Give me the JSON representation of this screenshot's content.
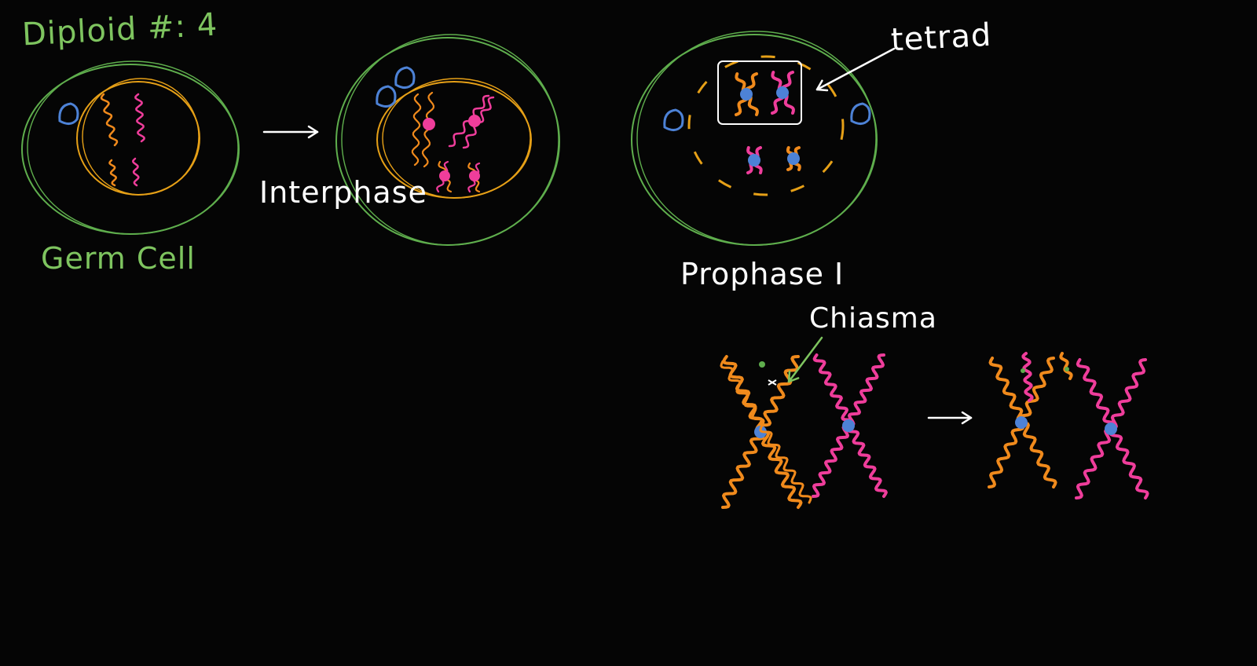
{
  "labels": {
    "diploid": "Diploid #: 4",
    "germ_cell": "Germ Cell",
    "interphase": "Interphase",
    "prophase": "Prophase I",
    "tetrad": "tetrad",
    "chiasma": "Chiasma"
  },
  "colors": {
    "background": "#050505",
    "cell_membrane": "#5fae4d",
    "nuclear_envelope": "#e6a017",
    "centrosome": "#4d82d6",
    "chromosome_orange": "#f08a1c",
    "chromosome_pink": "#ef3d9b",
    "centromere": "#4d82d6",
    "annotation": "#ffffff",
    "green_label": "#7ec45f"
  }
}
